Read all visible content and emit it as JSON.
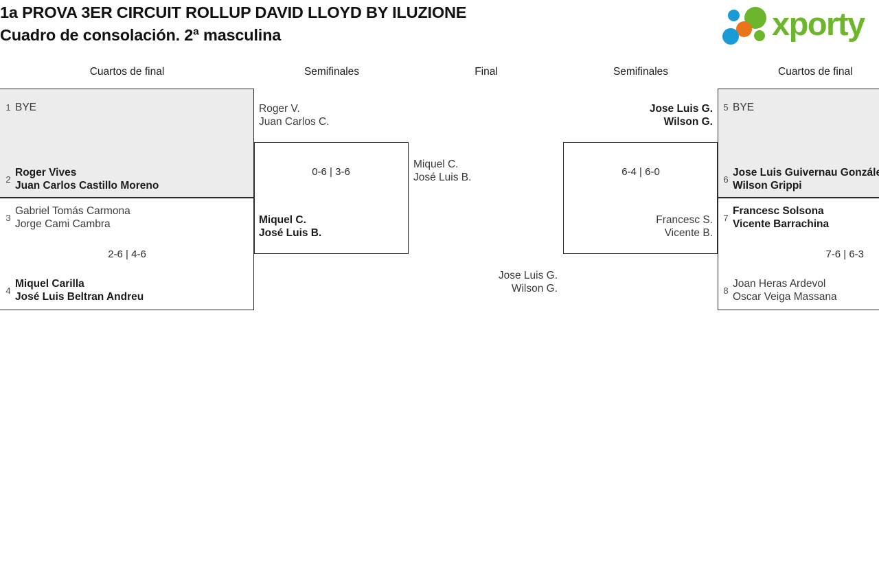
{
  "header": {
    "title_line1": "1a PROVA 3ER CIRCUIT ROLLUP DAVID LLOYD BY ILUZIONE",
    "title_line2": "Cuadro de consolación. 2ª masculina",
    "logo_text": "xporty",
    "logo_colors": {
      "green": "#6cb52d",
      "blue": "#1a9ad6",
      "orange": "#e8751a"
    }
  },
  "rounds": [
    {
      "label": "Cuartos de final"
    },
    {
      "label": "Semifinales"
    },
    {
      "label": "Final"
    },
    {
      "label": "Semifinales"
    },
    {
      "label": "Cuartos de final"
    }
  ],
  "bracket": {
    "left_quarterfinals": [
      {
        "top": {
          "seed": "1",
          "players": [
            "BYE"
          ],
          "winner": false
        },
        "bottom": {
          "seed": "2",
          "players": [
            "Roger Vives",
            "Juan Carlos Castillo Moreno"
          ],
          "winner": true
        },
        "score": ""
      },
      {
        "top": {
          "seed": "3",
          "players": [
            "Gabriel Tomás Carmona",
            "Jorge Cami Cambra"
          ],
          "winner": false
        },
        "bottom": {
          "seed": "4",
          "players": [
            "Miquel Carilla",
            "José Luis Beltran Andreu"
          ],
          "winner": true
        },
        "score": "2-6 | 4-6"
      }
    ],
    "left_semifinal": {
      "top": {
        "players": [
          "Roger V.",
          "Juan Carlos C."
        ],
        "winner": false
      },
      "bottom": {
        "players": [
          "Miquel C.",
          "José Luis B."
        ],
        "winner": true
      },
      "score": "0-6 | 3-6"
    },
    "final": {
      "left": {
        "players": [
          "Miquel C.",
          "José Luis B."
        ],
        "winner": false
      },
      "right": {
        "players": [
          "Jose Luis G.",
          "Wilson G."
        ],
        "winner": false
      },
      "score": ""
    },
    "right_semifinal": {
      "top": {
        "players": [
          "Jose Luis G.",
          "Wilson G."
        ],
        "winner": true
      },
      "bottom": {
        "players": [
          "Francesc S.",
          "Vicente B."
        ],
        "winner": false
      },
      "score": "6-4 | 6-0"
    },
    "right_quarterfinals": [
      {
        "top": {
          "seed": "5",
          "players": [
            "BYE"
          ],
          "winner": false
        },
        "bottom": {
          "seed": "6",
          "players": [
            "Jose Luis Guivernau González",
            "Wilson Grippi"
          ],
          "winner": true
        },
        "score": ""
      },
      {
        "top": {
          "seed": "7",
          "players": [
            "Francesc Solsona",
            "Vicente Barrachina"
          ],
          "winner": true
        },
        "bottom": {
          "seed": "8",
          "players": [
            "Joan Heras Ardevol",
            "Oscar Veiga Massana"
          ],
          "winner": false
        },
        "score": "7-6 | 6-3"
      }
    ]
  }
}
